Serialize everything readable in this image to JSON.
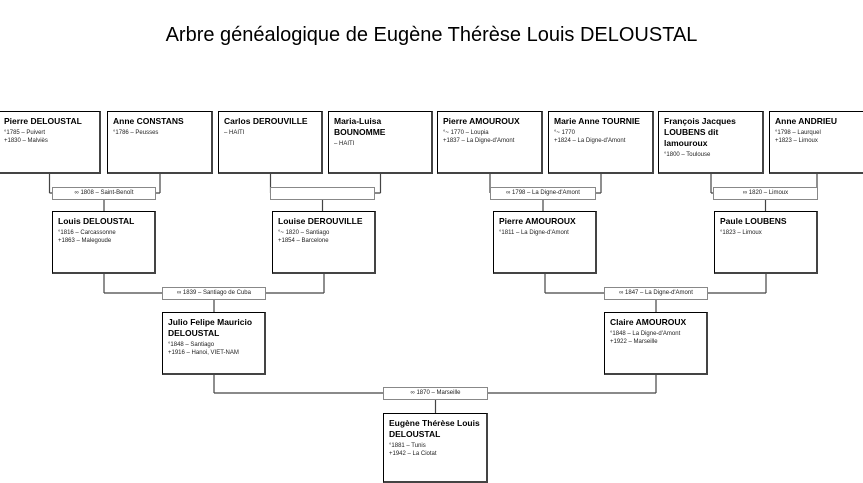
{
  "title": "Arbre généalogique de Eugène Thérèse Louis DELOUSTAL",
  "persons": [
    {
      "name": "Pierre DELOUSTAL",
      "events": [
        "°1785 – Puivert",
        "+1830 – Malviès"
      ]
    },
    {
      "name": "Anne CONSTANS",
      "events": [
        "°1786 – Peusses"
      ]
    },
    {
      "name": "Carlos DEROUVILLE",
      "events": [
        "– HAITI"
      ]
    },
    {
      "name": "Maria-Luisa BOUNOMME",
      "events": [
        "– HAITI"
      ]
    },
    {
      "name": "Pierre AMOUROUX",
      "events": [
        "°~ 1770 – Loupia",
        "+1837 – La Digne-d'Amont"
      ]
    },
    {
      "name": "Marie Anne TOURNIE",
      "events": [
        "°~ 1770",
        "+1824 – La Digne-d'Amont"
      ]
    },
    {
      "name": "François Jacques LOUBENS dit lamouroux",
      "events": [
        "°1800 – Toulouse"
      ]
    },
    {
      "name": "Anne ANDRIEU",
      "events": [
        "°1798 – Laurquel",
        "+1823 – Limoux"
      ]
    },
    {
      "name": "Louis DELOUSTAL",
      "events": [
        "°1816 – Carcassonne",
        "+1863 – Malegoude"
      ]
    },
    {
      "name": "Louise DEROUVILLE",
      "events": [
        "°~ 1820 – Santiago",
        "+1854 – Barcelone"
      ]
    },
    {
      "name": "Pierre AMOUROUX",
      "events": [
        "°1811 – La Digne-d'Amont"
      ]
    },
    {
      "name": "Paule LOUBENS",
      "events": [
        "°1823 – Limoux"
      ]
    },
    {
      "name": "Julio Felipe Mauricio DELOUSTAL",
      "events": [
        "°1848 – Santiago",
        "+1916 – Hanoi, VIET-NAM"
      ]
    },
    {
      "name": "Claire AMOUROUX",
      "events": [
        "°1848 – La Digne-d'Amont",
        "+1922 – Marseille"
      ]
    },
    {
      "name": "Eugène Thérèse Louis DELOUSTAL",
      "events": [
        "°1881 – Tunis",
        "+1942 – La Ciotat"
      ]
    }
  ],
  "marriages": [
    "∞ 1808 – Saint-Benoît",
    "",
    "∞ 1798 – La Digne-d'Amont",
    "∞ 1820 – Limoux",
    "∞ 1839 – Santiago de Cuba",
    "∞ 1847 – La Digne-d'Amont",
    "∞ 1870 – Marseille"
  ],
  "colors": {
    "box_border": "#000000",
    "line": "#444444"
  }
}
